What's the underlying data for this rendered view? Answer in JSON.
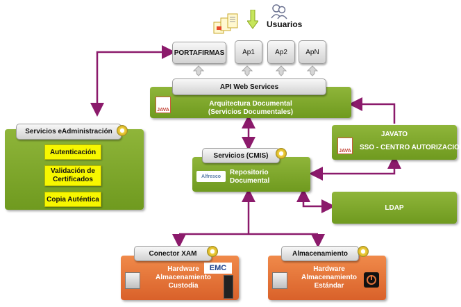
{
  "top": {
    "usuarios": "Usuarios",
    "apps": [
      "PORTAFIRMAS",
      "Ap1",
      "Ap2",
      "ApN"
    ],
    "api": "API Web Services"
  },
  "arquitectura": {
    "line1": "Arquitectura Documental",
    "line2": "(Servicios Documentales)"
  },
  "eadmin": {
    "title": "Servicios eAdministración",
    "items": [
      "Autenticación",
      "Validación de Certificados",
      "Copia Auténtica"
    ]
  },
  "javato": {
    "line1": "JAVATO",
    "line2": "SSO  - CENTRO AUTORIZACION"
  },
  "cmis": {
    "title": "Servicios (CMIS)",
    "line1": "Repositorio",
    "line2": "Documental",
    "logo": "Alfresco"
  },
  "ldap": {
    "label": "LDAP"
  },
  "xam": {
    "title": "Conector XAM",
    "line1": "Hardware",
    "line2": "Almacenamiento",
    "line3": "Custodia",
    "logo": "EMC"
  },
  "almac": {
    "title": "Almacenamiento",
    "line1": "Hardware",
    "line2": "Almacenamiento",
    "line3": "Estándar"
  },
  "colors": {
    "connector": "#8b1a6b",
    "green": "#7aa52a",
    "orange": "#e2723a"
  }
}
